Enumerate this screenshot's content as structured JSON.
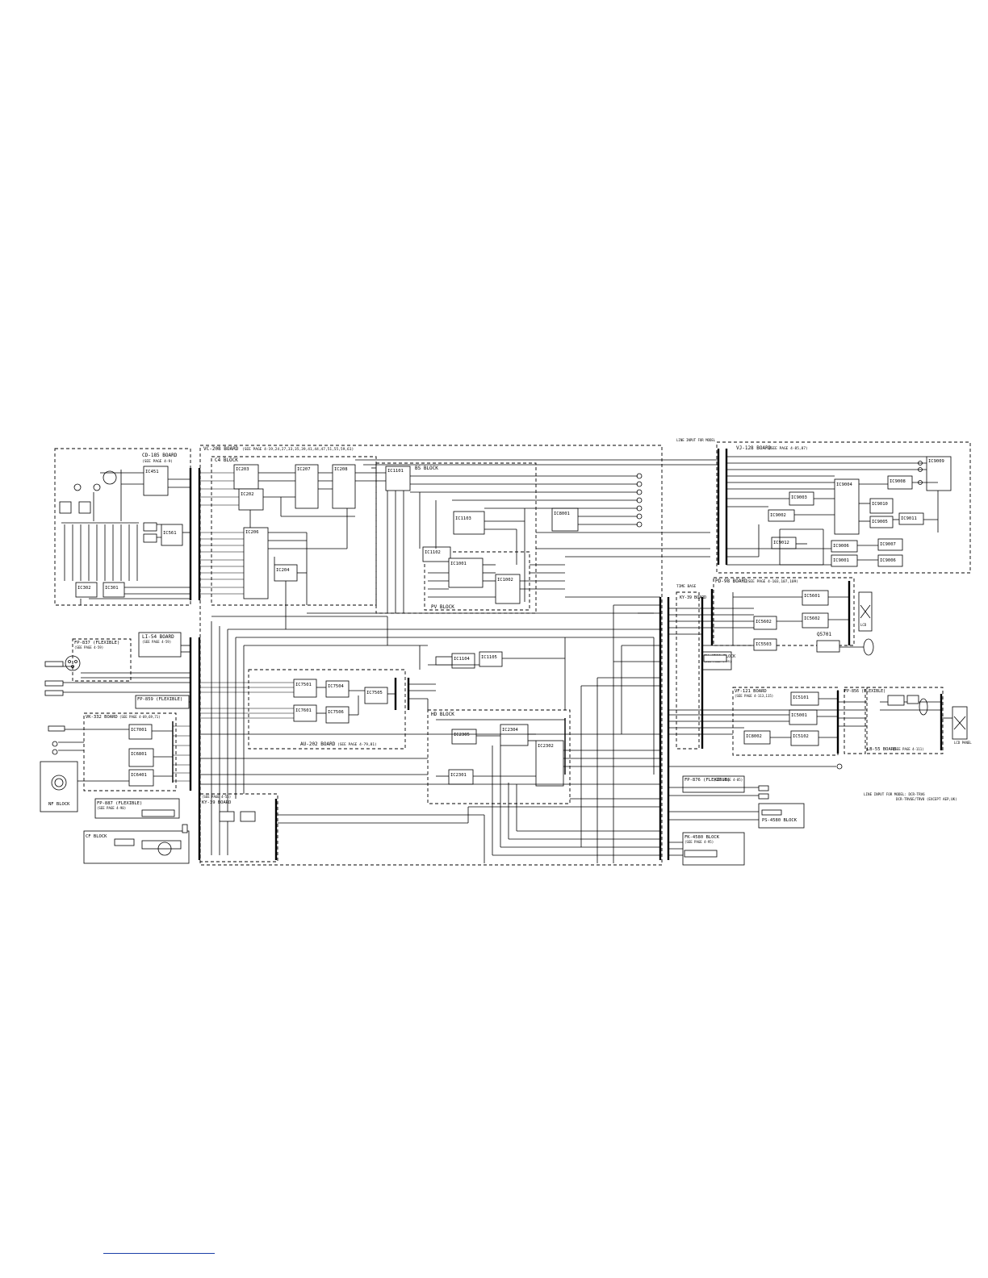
{
  "boards": {
    "vc": {
      "title": "VC-208 BOARD",
      "ref": "(SEE PAGE 4-19,24,27,33,35,39,41,44,47,51,55,59,61)"
    },
    "cd": {
      "title": "CD-185 BOARD",
      "ref": "(SEE PAGE 4-9)"
    },
    "vj": {
      "title": "VJ-128 BOARD",
      "ref": "(SEE PAGE 4-85,87)"
    },
    "pd": {
      "title": "PD-98 BOARD",
      "ref": "(SEE PAGE 4-103,107,109)"
    },
    "kya": {
      "title": "KY-39 BOARD",
      "ref": ""
    },
    "li": {
      "title": "LI-54 BOARD",
      "ref": "(SEE PAGE 4-59)"
    },
    "fp837": {
      "title": "FP-837 (FLEXIBLE)",
      "ref": "(SEE PAGE 4-59)"
    },
    "fp859": {
      "title": "FP-859 (FLEXIBLE)",
      "ref": ""
    },
    "au": {
      "title": "AU-202 BOARD",
      "ref": "(SEE PAGE 4-79,81)"
    },
    "vk": {
      "title": "VK-332 BOARD",
      "ref": "(SEE PAGE 4-69,69,71)"
    },
    "vf": {
      "title": "VF-121 BOARD",
      "ref": "(SEE PAGE 4-113,115)"
    },
    "lb": {
      "title": "LB-55 BOARD",
      "ref": "(SEE PAGE 4-111)"
    },
    "fp856": {
      "title": "FP-856 (FLEXIBLE)",
      "ref": ""
    },
    "fp876": {
      "title": "FP-876 (FLEXIBLE)",
      "ref": "(SEE PAGE 4-85)"
    },
    "fp887": {
      "title": "FP-887 (FLEXIBLE)",
      "ref": "(SEE PAGE 4-90)"
    },
    "kyb": {
      "title": "KY-39 BOARD",
      "ref": "(SEE PAGE 4-55)"
    },
    "ps": {
      "title": "PS-4580 BLOCK",
      "ref": ""
    },
    "fk": {
      "title": "FK-4580 BLOCK",
      "ref": "(SEE PAGE 4-95)"
    },
    "sy": {
      "title": "SY-4580 BLOCK",
      "ref": "(SEE PAGE 4-95)"
    }
  },
  "blocks": {
    "c4": "C4 BLOCK",
    "bs": "BS BLOCK",
    "pv": "PV BLOCK",
    "hd": "HD BLOCK",
    "nf": "NF BLOCK",
    "cf": "CF BLOCK"
  },
  "ics": {
    "ic451": "IC451",
    "ic561": "IC561",
    "ic302": "IC302",
    "ic301": "IC301",
    "ic203": "IC203",
    "ic207": "IC207",
    "ic208": "IC208",
    "ic202": "IC202",
    "ic206": "IC206",
    "ic204": "IC204",
    "ic1101": "IC1101",
    "ic1103": "IC1103",
    "ic1102": "IC1102",
    "ic1001": "IC1001",
    "ic1002": "IC1002",
    "ic8001": "IC8001",
    "ic1105": "IC1105",
    "ic1104": "IC1104",
    "ic7501": "IC7501",
    "ic7504": "IC7504",
    "ic7601": "IC7601",
    "ic7506": "IC7506",
    "ic7505": "IC7505",
    "ic7001": "IC7001",
    "ic6801": "IC6801",
    "ic6401": "IC6401",
    "ic2305": "IC2305",
    "ic2304": "IC2304",
    "ic2302": "IC2302",
    "ic2301": "IC2301",
    "ic9009": "IC9009",
    "ic9004": "IC9004",
    "ic9008": "IC9008",
    "ic9003": "IC9003",
    "ic9010": "IC9010",
    "ic9005": "IC9005",
    "ic9011": "IC9011",
    "ic9002": "IC9002",
    "ic9012": "IC9012",
    "ic9006": "IC9006",
    "ic9001": "IC9001",
    "ic9007": "IC9007",
    "ic5601": "IC5601",
    "ic5602": "IC5602",
    "ic5503": "IC5503",
    "ic5101": "IC5101",
    "ic5001": "IC5001",
    "ic5102": "IC5102",
    "ic8002": "IC8002",
    "q5701": "Q5701"
  },
  "notes": {
    "timebase": "TIME BASE",
    "line_in_top": "LINE INPUT FOR MODEL",
    "line_in_bottom": "LINE INPUT FOR MODEL: DCR-TRV6",
    "line_in_bottom2": "DCR-TRV6E/TRV8 (EXCEPT AEP,UK)",
    "lcd_panel": "LCD PANEL",
    "lcd": "LCD"
  }
}
